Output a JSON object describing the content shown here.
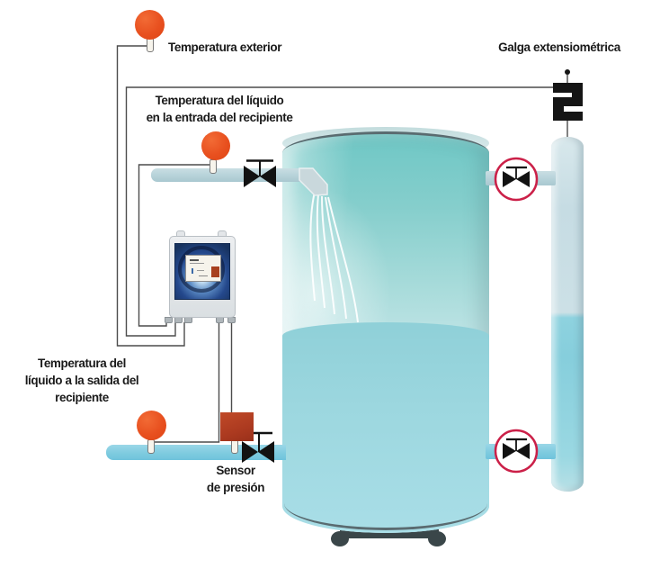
{
  "labels": {
    "exterior_temperature": "Temperatura exterior",
    "inlet_temperature": [
      "Temperatura del líquido",
      "en la entrada del recipiente"
    ],
    "outlet_temperature": [
      "Temperatura del",
      "líquido a la salida del",
      "recipiente"
    ],
    "pressure_sensor": [
      "Sensor",
      "de presión"
    ],
    "strain_gauge": "Galga extensiométrica"
  },
  "icons": {
    "temperature_sensor": "orange-ball-probe",
    "pressure_sensor": "red-square-probe",
    "valve": "black-bowtie-valve",
    "circled_valve": "red-circled-bowtie-valve",
    "strain_gauge": "black-s-load-cell"
  },
  "colors": {
    "background": "#FFFFFF",
    "text": "#1A1A1A",
    "sensor_orange": "#E8501F",
    "pressure_red": "#AC3A20",
    "valve_black": "#121212",
    "valve_circle": "#CB2048",
    "wire": "#4C4C4C",
    "pipe_top": "#B6D2D9",
    "pipe_bottom": "#7ECBDF",
    "tank_top": "#6FC7C5",
    "tank_light": "#E4F3F7",
    "tank_liquid": "#96D3DB",
    "column_liquid": "#89CFDD"
  }
}
